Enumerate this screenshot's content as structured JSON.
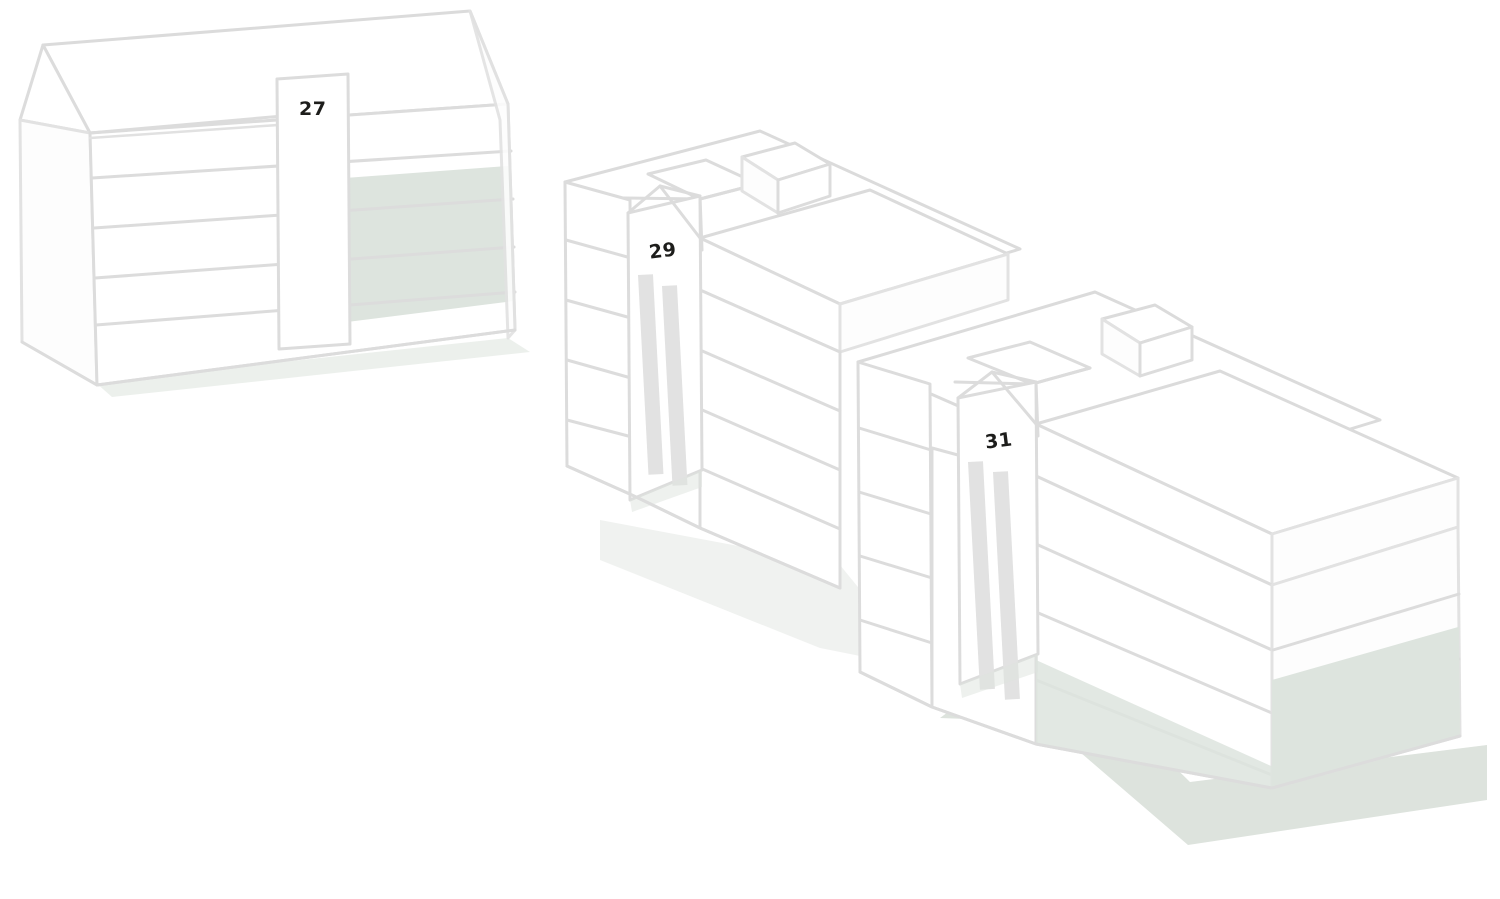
{
  "scene": {
    "title": "Axonometric building block illustration",
    "background_color": "#ffffff",
    "line_color": "#dcdcdc",
    "line_color_soft": "#e4e4e4",
    "face_white": "#ffffff",
    "face_offwhite": "#fbfbfb",
    "shadow_color": "#dde3dd",
    "tint_green": "#dde4de",
    "window_stripe_color": "#e2e2e2",
    "label_color": "#1d1d1b"
  },
  "buildings": [
    {
      "id": "building-27",
      "number": "27",
      "type": "pitched-roof-house",
      "floors": 5,
      "has_entrance_tower": true,
      "has_green_tint_band": true,
      "label_rotation_deg": 0
    },
    {
      "id": "building-29",
      "number": "29",
      "type": "flat-roof-block",
      "floors": 5,
      "has_entrance_tower": true,
      "tower_window_stripes": 2,
      "has_roof_box": true,
      "label_rotation_deg": -7
    },
    {
      "id": "building-31",
      "number": "31",
      "type": "flat-roof-block",
      "floors": 5,
      "has_entrance_tower": true,
      "tower_window_stripes": 2,
      "has_roof_box": true,
      "label_rotation_deg": -7
    }
  ],
  "labels": {
    "b27": "27",
    "b29": "29",
    "b31": "31"
  }
}
